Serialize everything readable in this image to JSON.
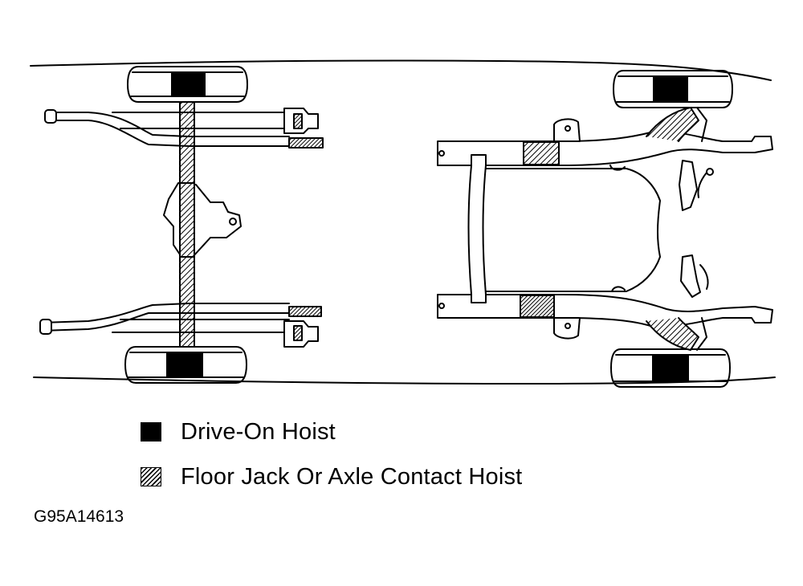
{
  "legend": {
    "items": [
      {
        "label": "Drive-On Hoist",
        "pattern": "solid"
      },
      {
        "label": "Floor Jack Or Axle Contact Hoist",
        "pattern": "hatched"
      }
    ]
  },
  "figure_id": "G95A14613",
  "colors": {
    "ink": "#000000",
    "paper": "#ffffff"
  }
}
